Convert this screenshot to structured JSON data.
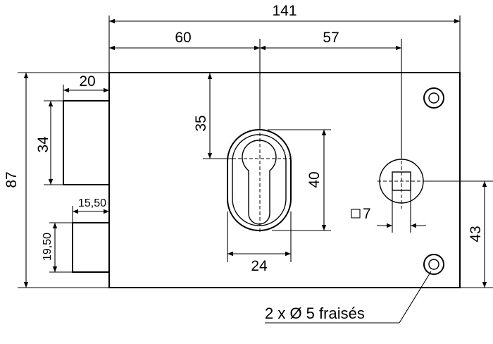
{
  "dimensions": {
    "overall_width": "141",
    "left_to_key_center": "60",
    "key_center_to_square": "57",
    "overall_height": "87",
    "bolt_top_width": "20",
    "bolt_top_height": "34",
    "bolt_bottom_width": "15,50",
    "bolt_bottom_height": "19,50",
    "key_upper_offset": "35",
    "cylinder_height": "40",
    "cylinder_width": "24",
    "square_size": "7",
    "square_height": "43"
  },
  "note": {
    "screw_holes": "2 x Ø 5 fraisés"
  }
}
